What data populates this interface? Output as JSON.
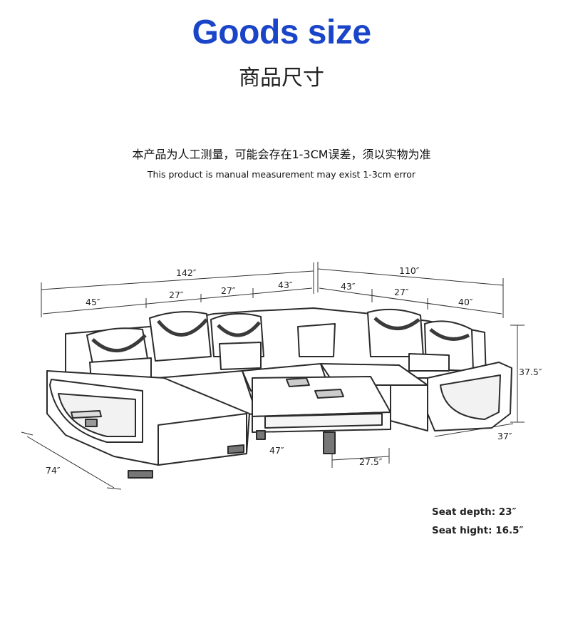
{
  "header": {
    "title_en": "Goods size",
    "title_zh": "商品尺寸",
    "title_color": "#1a45c8"
  },
  "note": {
    "zh": "本产品为人工测量，可能会存在1-3CM误差，须以实物为准",
    "en": "This product is manual measurement may exist 1-3cm error"
  },
  "dimensions": {
    "left_total": "142″",
    "left_seg1": "45″",
    "left_seg2": "27″",
    "left_seg3": "27″",
    "left_seg4": "43″",
    "right_total": "110″",
    "right_seg1": "43″",
    "right_seg2": "27″",
    "right_seg3": "40″",
    "height": "37.5″",
    "right_depth": "37″",
    "chaise_depth": "74″",
    "table_length": "47″",
    "table_width": "27.5″"
  },
  "specs": {
    "seat_depth": "Seat depth: 23″",
    "seat_height": "Seat hight: 16.5″"
  }
}
